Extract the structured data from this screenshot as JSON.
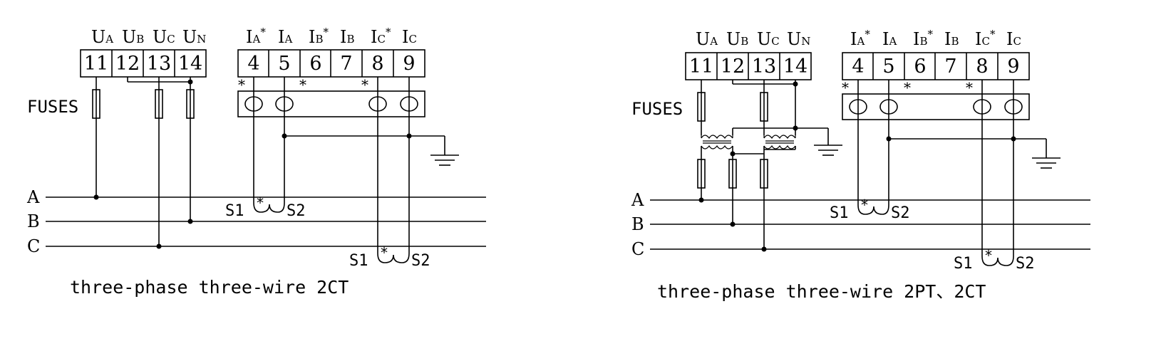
{
  "left_diagram": {
    "voltage_labels": [
      {
        "main": "U",
        "sub": "A"
      },
      {
        "main": "U",
        "sub": "B"
      },
      {
        "main": "U",
        "sub": "C"
      },
      {
        "main": "U",
        "sub": "N"
      }
    ],
    "current_labels": [
      {
        "main": "I",
        "sub": "A",
        "star": "*"
      },
      {
        "main": "I",
        "sub": "A",
        "star": ""
      },
      {
        "main": "I",
        "sub": "B",
        "star": "*"
      },
      {
        "main": "I",
        "sub": "B",
        "star": ""
      },
      {
        "main": "I",
        "sub": "C",
        "star": "*"
      },
      {
        "main": "I",
        "sub": "C",
        "star": ""
      }
    ],
    "voltage_terminals": [
      "11",
      "12",
      "13",
      "14"
    ],
    "current_terminals": [
      "4",
      "5",
      "6",
      "7",
      "8",
      "9"
    ],
    "fuses_label": "FUSES",
    "polarity_mark": "*",
    "phase_lines": [
      "A",
      "B",
      "C"
    ],
    "ct_labels": {
      "s1": "S1",
      "star": "*",
      "s2": "S2"
    },
    "caption": "three-phase three-wire 2CT"
  },
  "right_diagram": {
    "voltage_labels": [
      {
        "main": "U",
        "sub": "A"
      },
      {
        "main": "U",
        "sub": "B"
      },
      {
        "main": "U",
        "sub": "C"
      },
      {
        "main": "U",
        "sub": "N"
      }
    ],
    "current_labels": [
      {
        "main": "I",
        "sub": "A",
        "star": "*"
      },
      {
        "main": "I",
        "sub": "A",
        "star": ""
      },
      {
        "main": "I",
        "sub": "B",
        "star": "*"
      },
      {
        "main": "I",
        "sub": "B",
        "star": ""
      },
      {
        "main": "I",
        "sub": "C",
        "star": "*"
      },
      {
        "main": "I",
        "sub": "C",
        "star": ""
      }
    ],
    "voltage_terminals": [
      "11",
      "12",
      "13",
      "14"
    ],
    "current_terminals": [
      "4",
      "5",
      "6",
      "7",
      "8",
      "9"
    ],
    "fuses_label": "FUSES",
    "polarity_mark": "*",
    "phase_lines": [
      "A",
      "B",
      "C"
    ],
    "ct_labels": {
      "s1": "S1",
      "star": "*",
      "s2": "S2"
    },
    "caption": "three-phase three-wire 2PT、2CT"
  }
}
